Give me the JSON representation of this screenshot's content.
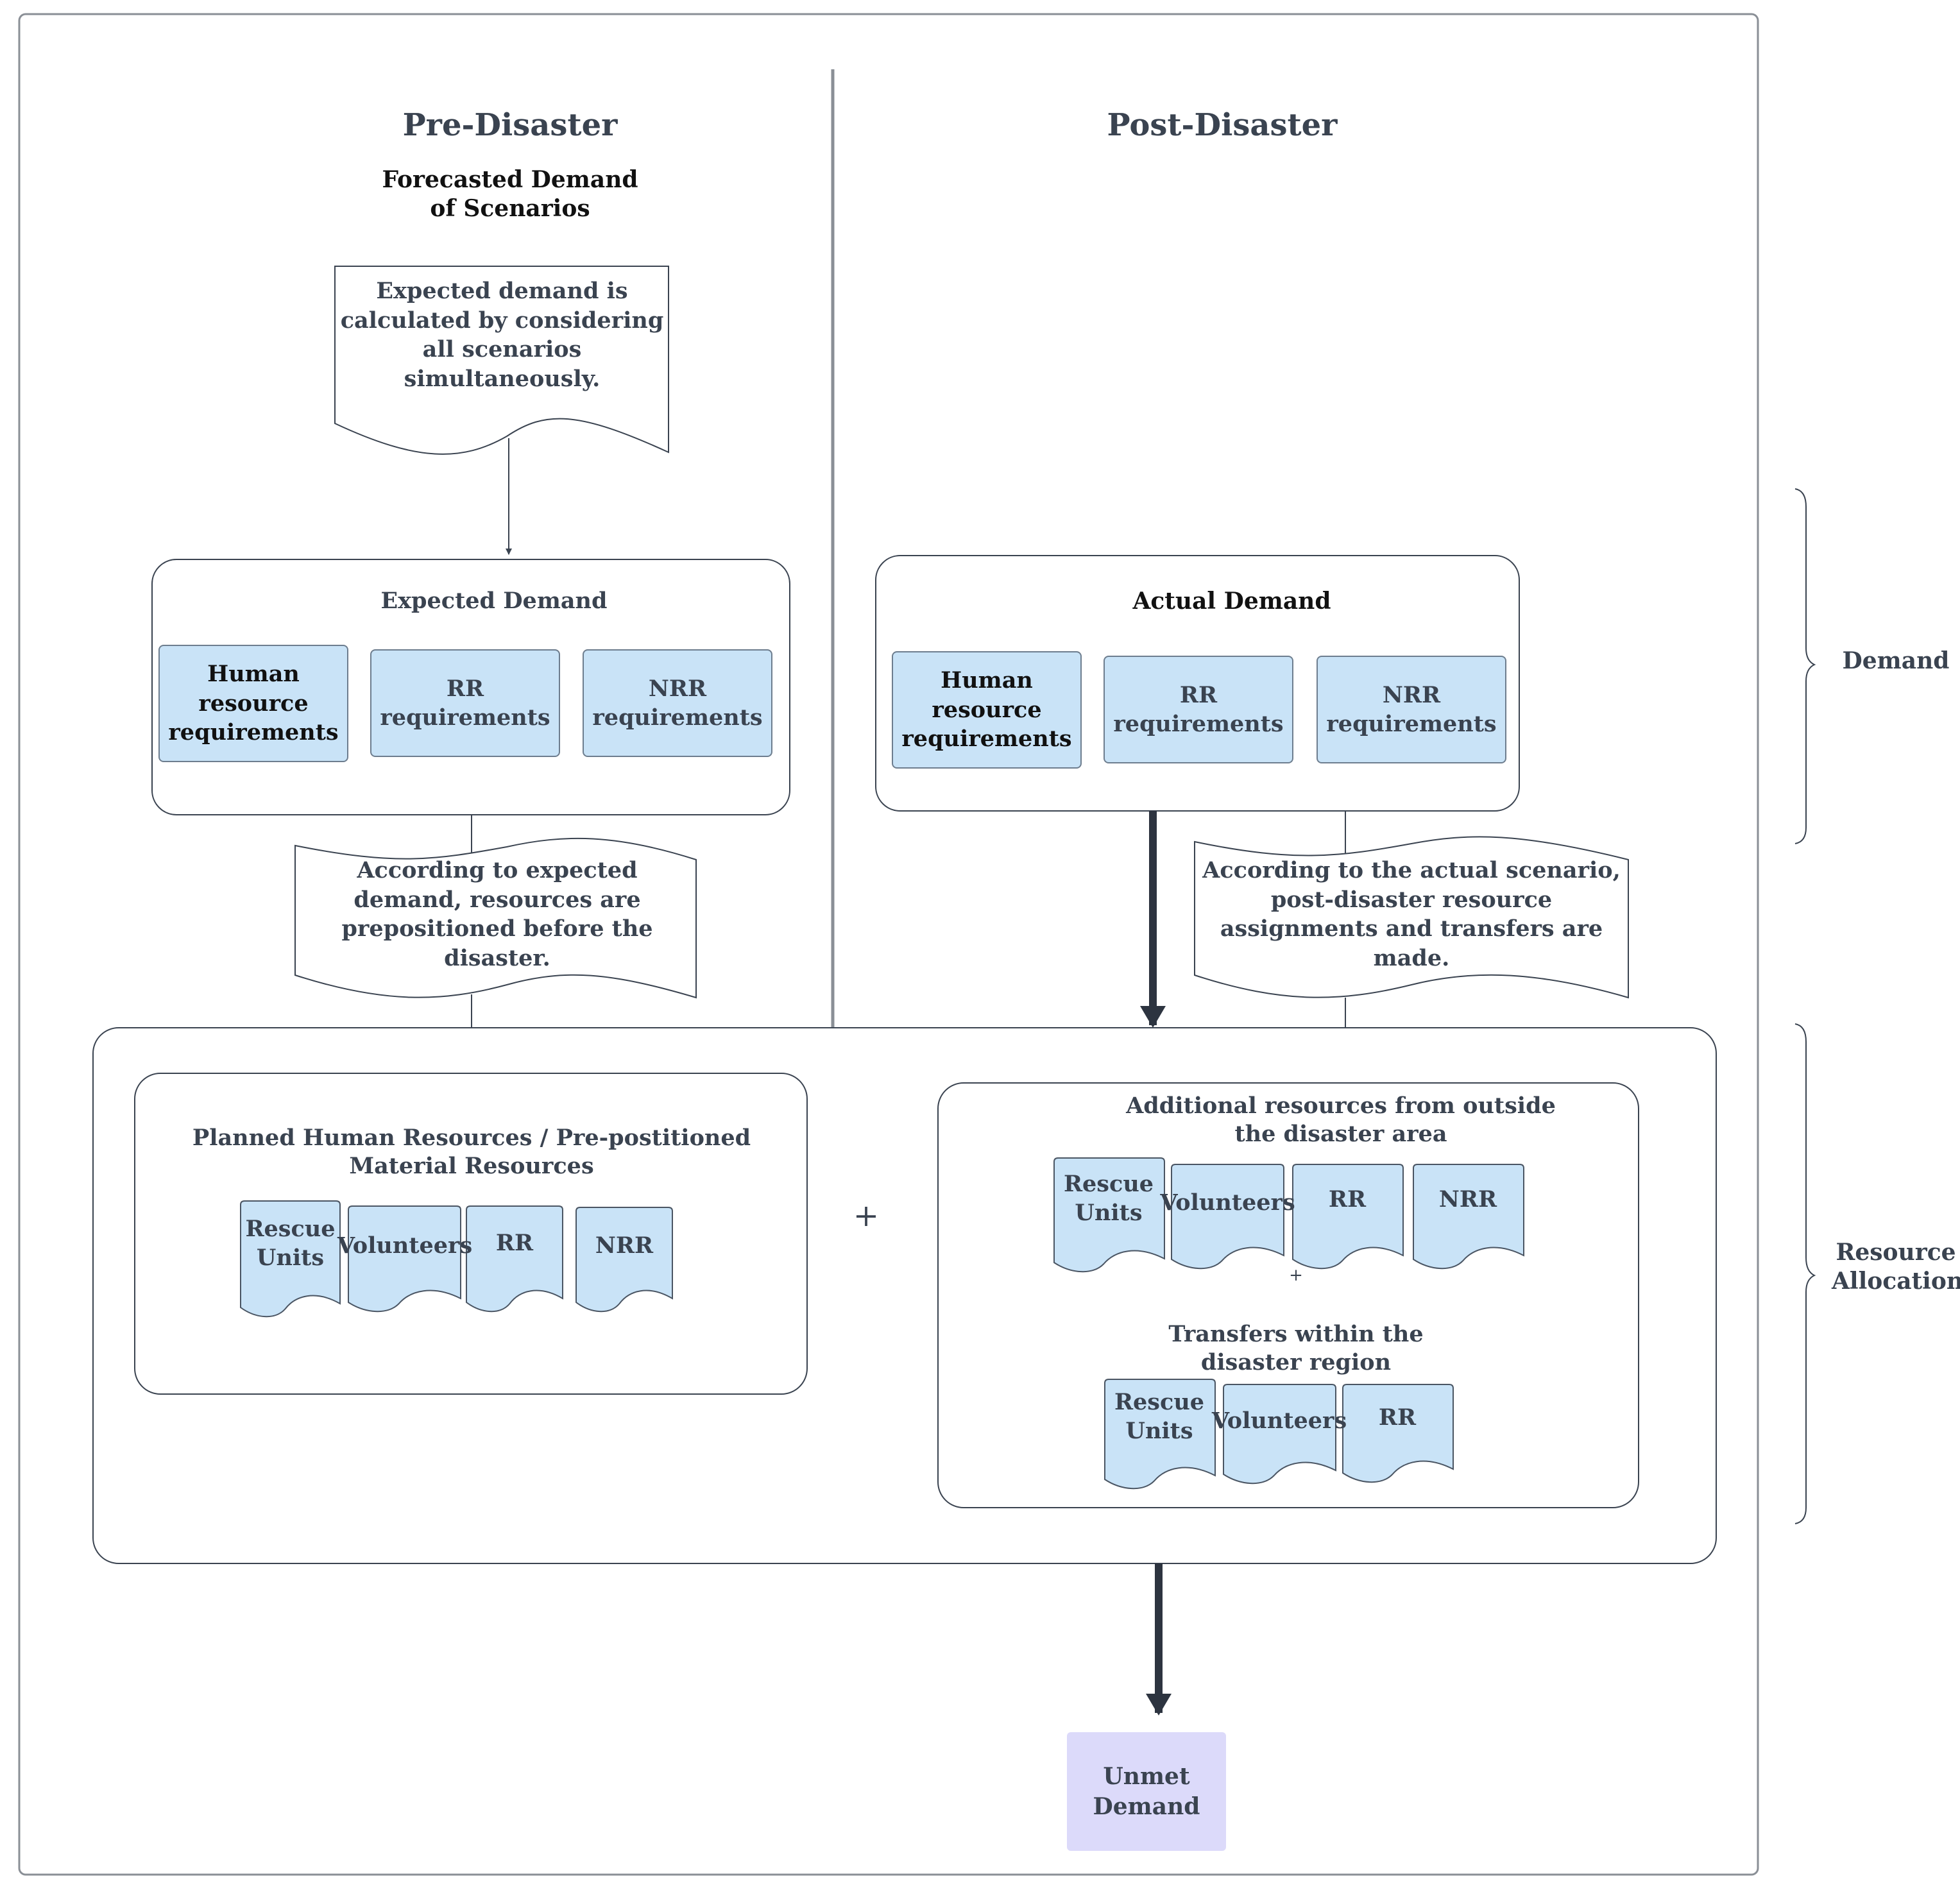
{
  "headers": {
    "pre": "Pre-Disaster",
    "post": "Post-Disaster",
    "forecast": "Forecasted Demand of Scenarios"
  },
  "notes": {
    "expected_calc": "Expected demand is calculated by considering all scenarios simultaneously.",
    "preposition": "According to expected demand, resources are prepositioned before the disaster.",
    "actual_scenario": "According to the actual scenario, post-disaster resource assignments and transfers are made."
  },
  "expected_demand": {
    "title": "Expected Demand",
    "items": [
      "Human resource requirements",
      "RR requirements",
      "NRR requirements"
    ]
  },
  "actual_demand": {
    "title": "Actual Demand",
    "items": [
      "Human resource requirements",
      "RR requirements",
      "NRR requirements"
    ]
  },
  "planned": {
    "title": "Planned Human Resources / Pre-postitioned Material Resources",
    "items": [
      "Rescue Units",
      "Volunteers",
      "RR",
      "NRR"
    ]
  },
  "plus": "+",
  "small_plus": "+",
  "additional": {
    "title": "Additional resources from outside the disaster area",
    "items": [
      "Rescue Units",
      "Volunteers",
      "RR",
      "NRR"
    ]
  },
  "transfers": {
    "title": "Transfers within the disaster region",
    "items": [
      "Rescue Units",
      "Volunteers",
      "RR"
    ]
  },
  "unmet": "Unmet Demand",
  "side_labels": {
    "demand": "Demand",
    "allocation": "Resource Allocation"
  },
  "colors": {
    "chip_fill": "#c9e3f7",
    "unmet_fill": "#dcdafa",
    "stroke": "#3a4350"
  }
}
